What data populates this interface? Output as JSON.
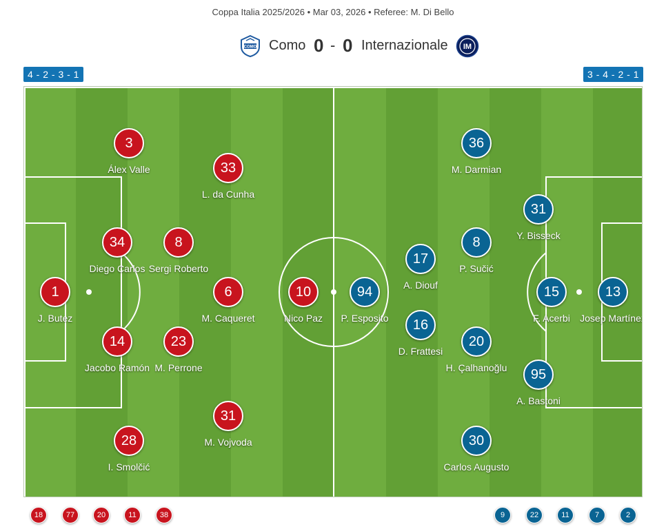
{
  "header": {
    "meta": "Coppa Italia 2025/2026 • Mar 03, 2026 • Referee: M. Di Bello",
    "home_team": "Como",
    "away_team": "Internazionale",
    "home_score": "0",
    "away_score": "0",
    "separator": "-",
    "home_crest_icon": "como-crest-icon",
    "away_crest_icon": "inter-crest-icon"
  },
  "colors": {
    "home": "#c8141e",
    "away": "#0a6493",
    "formation_badge": "#1374b4",
    "pitch_light": "#6fad3f",
    "pitch_dark": "#62a035"
  },
  "home": {
    "formation": "4 - 2 - 3 - 1",
    "players": [
      {
        "number": "1",
        "name": "J. Butez"
      },
      {
        "number": "3",
        "name": "Álex Valle"
      },
      {
        "number": "34",
        "name": "Diego Carlos"
      },
      {
        "number": "14",
        "name": "Jacobo Ramón"
      },
      {
        "number": "28",
        "name": "I. Smolčić"
      },
      {
        "number": "8",
        "name": "Sergi Roberto"
      },
      {
        "number": "23",
        "name": "M. Perrone"
      },
      {
        "number": "33",
        "name": "L. da Cunha"
      },
      {
        "number": "6",
        "name": "M. Caqueret"
      },
      {
        "number": "31",
        "name": "M. Vojvoda"
      },
      {
        "number": "10",
        "name": "Nico Paz"
      }
    ],
    "subs": [
      "18",
      "77",
      "20",
      "11",
      "38"
    ]
  },
  "away": {
    "formation": "3 - 4 - 2 - 1",
    "players": [
      {
        "number": "13",
        "name": "Josep Martínez"
      },
      {
        "number": "31",
        "name": "Y. Bisseck"
      },
      {
        "number": "15",
        "name": "F. Acerbi"
      },
      {
        "number": "95",
        "name": "A. Bastoni"
      },
      {
        "number": "36",
        "name": "M. Darmian"
      },
      {
        "number": "8",
        "name": "P. Sučić"
      },
      {
        "number": "20",
        "name": "H. Çalhanoğlu"
      },
      {
        "number": "30",
        "name": "Carlos Augusto"
      },
      {
        "number": "17",
        "name": "A. Diouf"
      },
      {
        "number": "16",
        "name": "D. Frattesi"
      },
      {
        "number": "94",
        "name": "P. Esposito"
      }
    ],
    "subs": [
      "9",
      "22",
      "11",
      "7",
      "2"
    ]
  }
}
